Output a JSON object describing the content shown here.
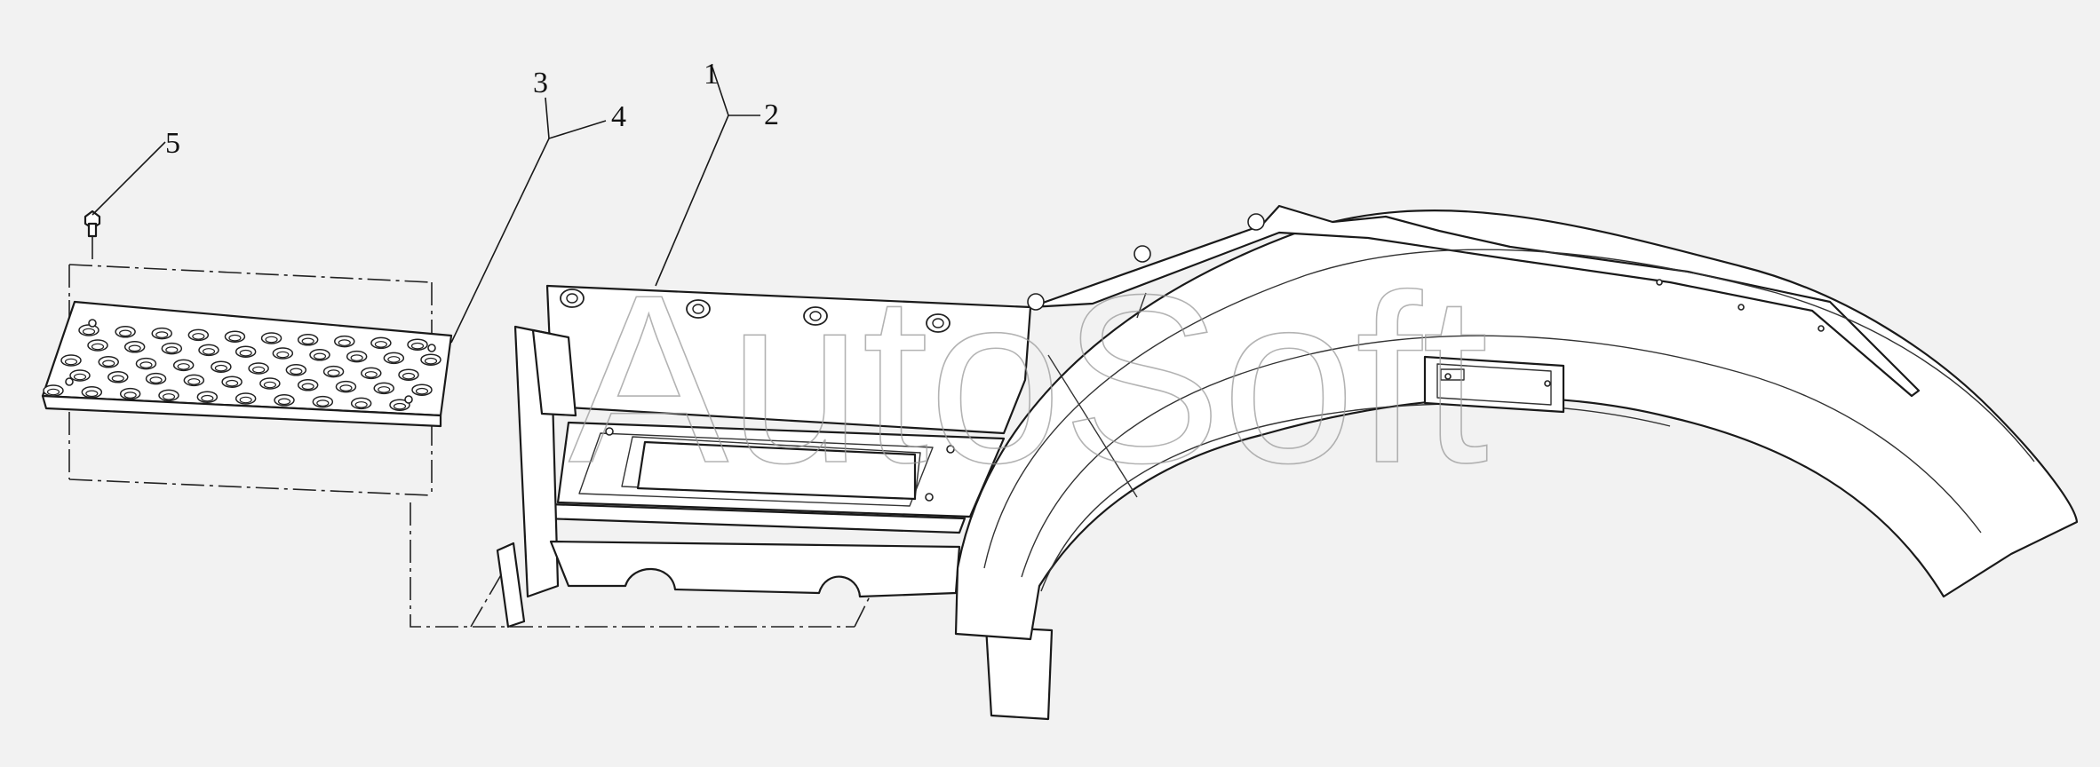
{
  "callouts": [
    {
      "id": "c1",
      "label": "1"
    },
    {
      "id": "c2",
      "label": "2"
    },
    {
      "id": "c3",
      "label": "3"
    },
    {
      "id": "c4",
      "label": "4"
    },
    {
      "id": "c5",
      "label": "5"
    }
  ],
  "watermark": "AutoSoft",
  "colors": {
    "background": "#f2f2f2",
    "line": "#1a1a1a",
    "watermark": "#9a9a9a"
  }
}
